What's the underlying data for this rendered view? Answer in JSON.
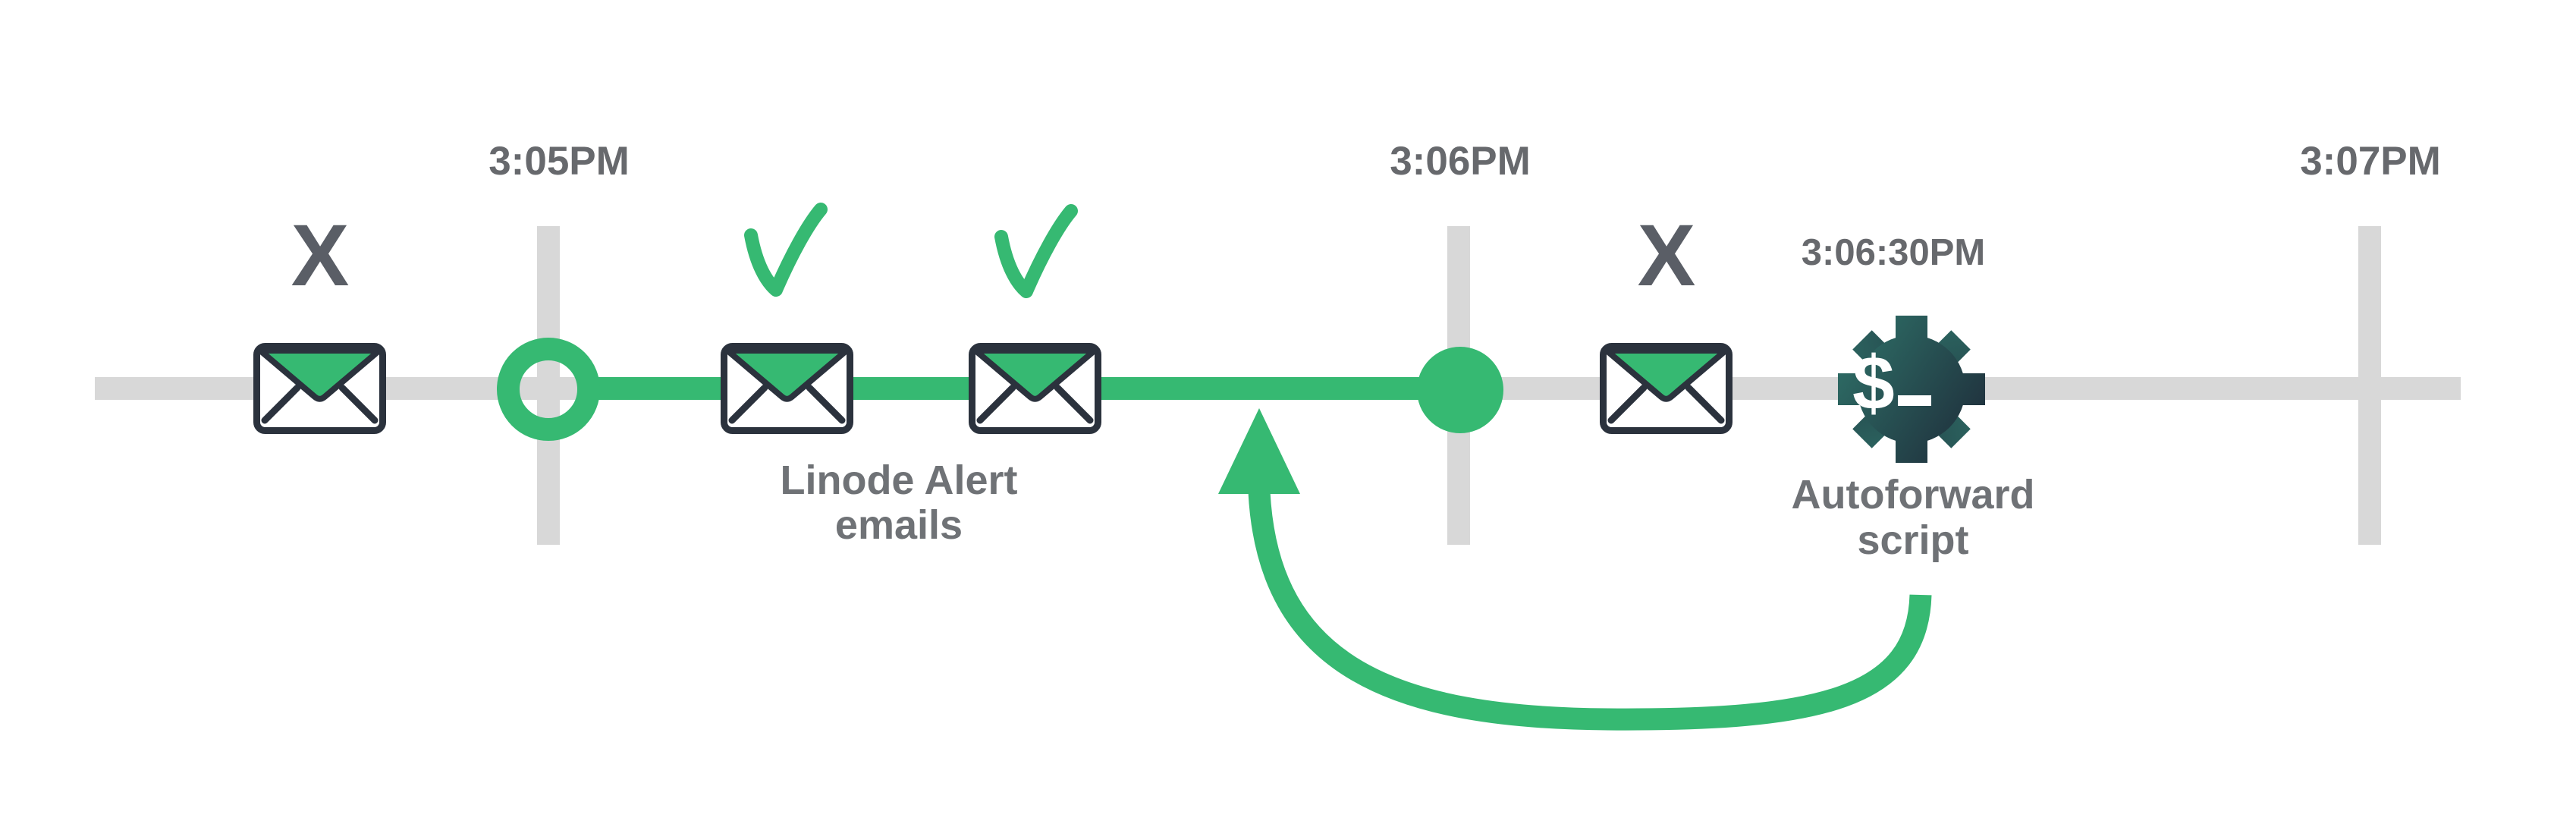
{
  "times": {
    "t305": "3:05PM",
    "t306": "3:06PM",
    "t307": "3:07PM",
    "t30630": "3:06:30PM"
  },
  "marks": {
    "failed_glyph": "X"
  },
  "captions": {
    "alert_line1": "Linode Alert",
    "alert_line2": "emails",
    "auto_line1": "Autoforward",
    "auto_line2": "script"
  },
  "gear": {
    "dollar": "$"
  },
  "icons": {
    "failed_email": "envelope-with-x",
    "delivered_email": "envelope-with-check",
    "timeline_start": "green-ring",
    "timeline_event": "green-dot",
    "autoforward": "gear-with-dollar-prompt",
    "loopback": "curved-arrow-up"
  },
  "colors": {
    "green": "#36b972",
    "timeline_gray": "#d8d8d8",
    "outline_dark": "#2b323d",
    "x_gray": "#5a5e66",
    "time_text_gray": "#67696d",
    "caption_text_gray": "#6f7276",
    "gear_teal": "#2e6f67",
    "gear_dark": "#1f2e3b"
  }
}
